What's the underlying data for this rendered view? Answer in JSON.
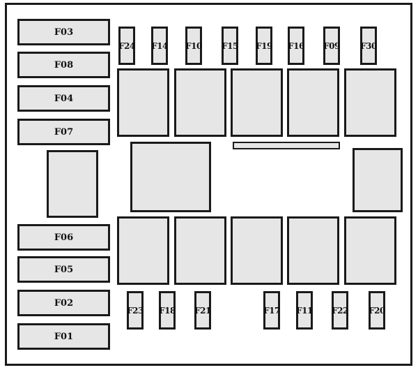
{
  "fuses": {
    "left": [
      "F03",
      "F08",
      "F04",
      "F07",
      "F06",
      "F05",
      "F02",
      "F01"
    ],
    "top": [
      "F24",
      "F14",
      "F10",
      "F15",
      "F19",
      "F16",
      "F09",
      "F30"
    ],
    "bottom": [
      "F23",
      "F18",
      "F21",
      "F17",
      "F11",
      "F22",
      "F20"
    ]
  }
}
